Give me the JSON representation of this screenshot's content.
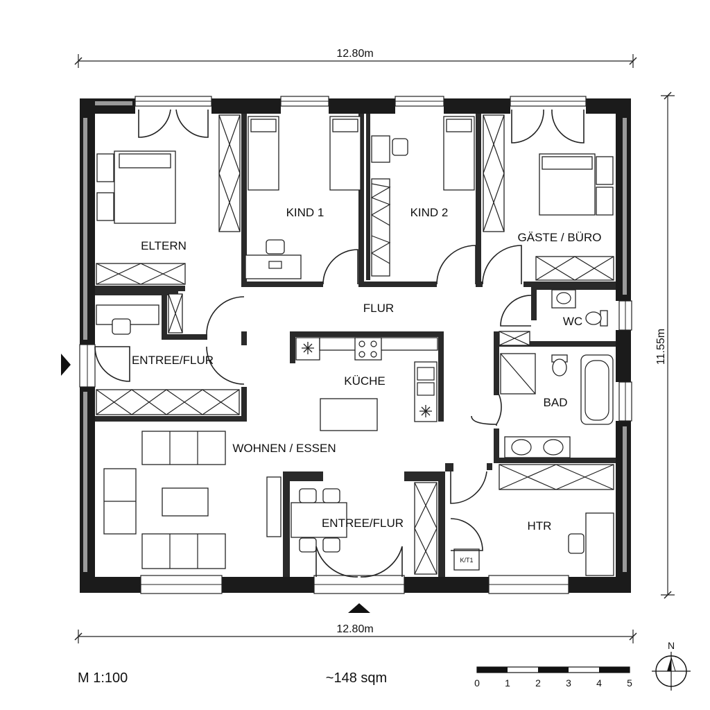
{
  "plan": {
    "rooms": {
      "eltern": "ELTERN",
      "kind1": "KIND 1",
      "kind2": "KIND 2",
      "gaeste": "GÄSTE / BÜRO",
      "flur": "FLUR",
      "wc": "WC",
      "entree_west": "ENTREE/FLUR",
      "kueche": "KÜCHE",
      "bad": "BAD",
      "wohnen": "WOHNEN / ESSEN",
      "entree_south": "ENTREE/FLUR",
      "htr": "HTR",
      "htr_box": "K/T1"
    },
    "dimensions": {
      "top_width": "12.80m",
      "bottom_width": "12.80m",
      "right_height": "11.55m"
    },
    "scale": "M 1:100",
    "area": "~148 sqm",
    "scale_bar_ticks": [
      "0",
      "1",
      "2",
      "3",
      "4",
      "5"
    ],
    "north_label": "N"
  }
}
